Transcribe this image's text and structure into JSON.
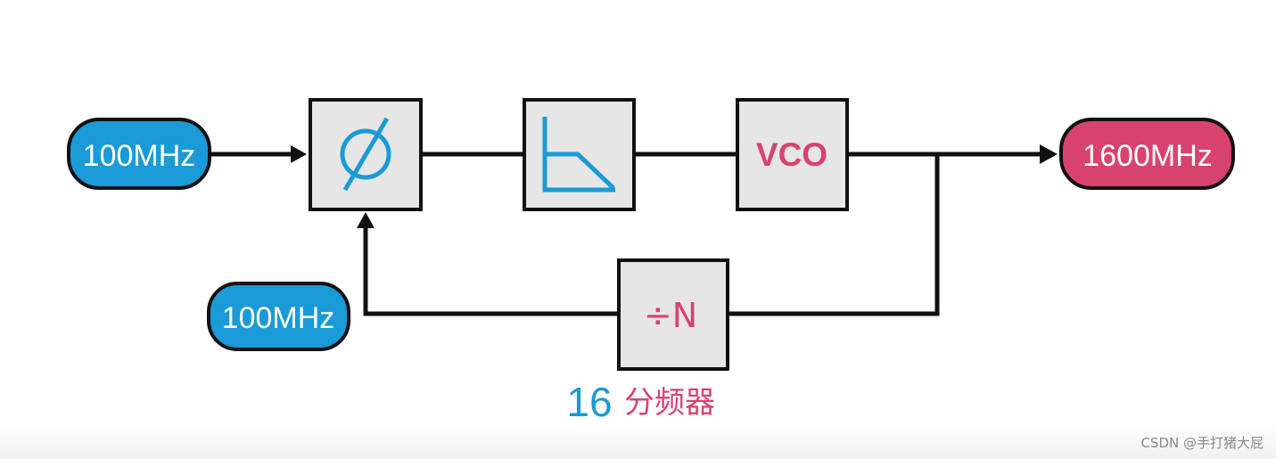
{
  "input_pill": {
    "label": "100MHz"
  },
  "feedback_pill": {
    "label": "100MHz"
  },
  "output_pill": {
    "label": "1600MHz"
  },
  "blocks": {
    "phase_detector": {
      "icon": "phase-detector-symbol-icon"
    },
    "loop_filter": {
      "icon": "low-pass-filter-icon"
    },
    "vco": {
      "label": "VCO"
    },
    "divider": {
      "label": "÷N"
    }
  },
  "divider_caption": {
    "number": "16",
    "text": "分频器"
  },
  "watermark": "CSDN @手打猪大屁",
  "colors": {
    "blue": "#1a9ad6",
    "pink": "#d8436e",
    "block_fill": "#e6e6e6",
    "stroke": "#111111"
  }
}
